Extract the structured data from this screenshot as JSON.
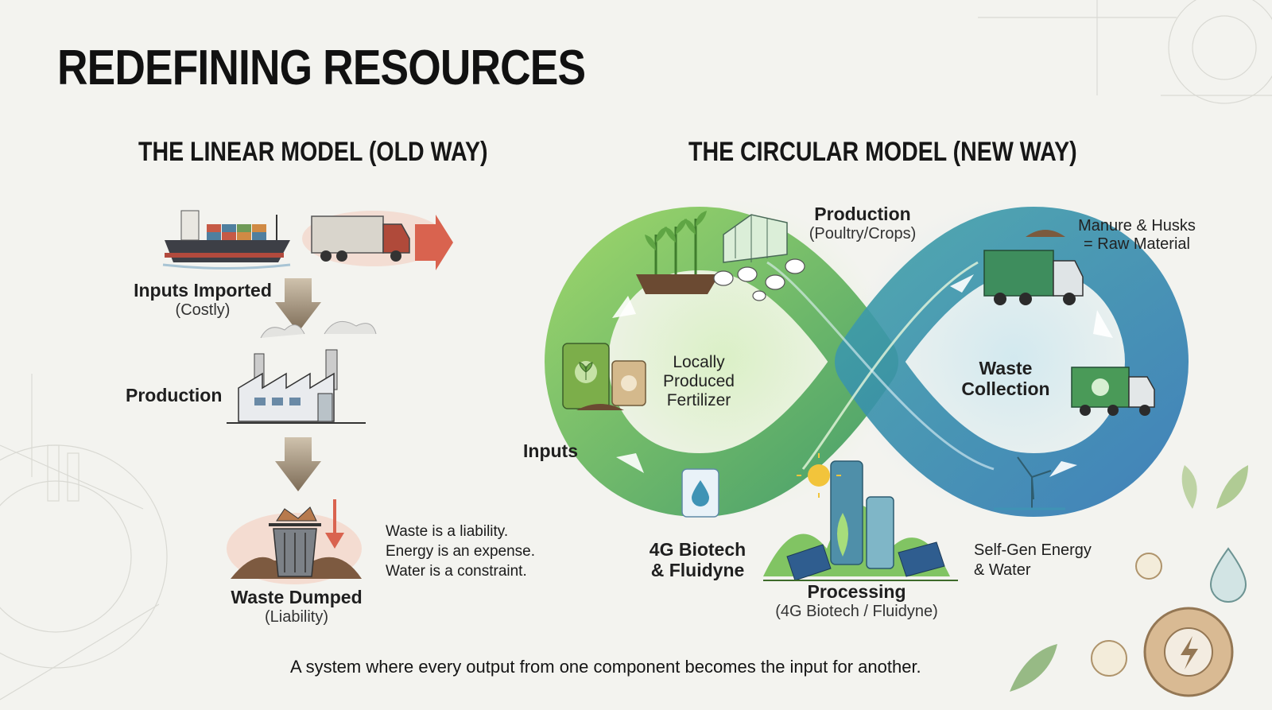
{
  "title": "REDEFINING RESOURCES",
  "linear": {
    "heading": "THE LINEAR MODEL (OLD WAY)",
    "inputs_label": "Inputs Imported",
    "inputs_sub": "(Costly)",
    "production_label": "Production",
    "waste_label": "Waste Dumped",
    "waste_sub": "(Liability)",
    "notes": [
      "Waste is a liability.",
      "Energy is an expense.",
      "Water is a constraint."
    ]
  },
  "circular": {
    "heading": "THE CIRCULAR MODEL (NEW WAY)",
    "production_label": "Production",
    "production_sub": "(Poultry/Crops)",
    "raw_material_line1": "Manure & Husks",
    "raw_material_line2": "= Raw Material",
    "fertilizer_line1": "Locally",
    "fertilizer_line2": "Produced",
    "fertilizer_line3": "Fertilizer",
    "waste_collection_line1": "Waste",
    "waste_collection_line2": "Collection",
    "inputs_label": "Inputs",
    "biotech_line1": "4G Biotech",
    "biotech_line2": "& Fluidyne",
    "energy_line1": "Self-Gen Energy",
    "energy_line2": "& Water",
    "processing_label": "Processing",
    "processing_sub": "(4G Biotech / Fluidyne)"
  },
  "caption": "A system where every output from one component becomes the input for another.",
  "colors": {
    "green": "#6cbb4a",
    "teal": "#3f93b5",
    "arrow_brown": "#8a7a64",
    "arrow_red": "#d9634f"
  }
}
